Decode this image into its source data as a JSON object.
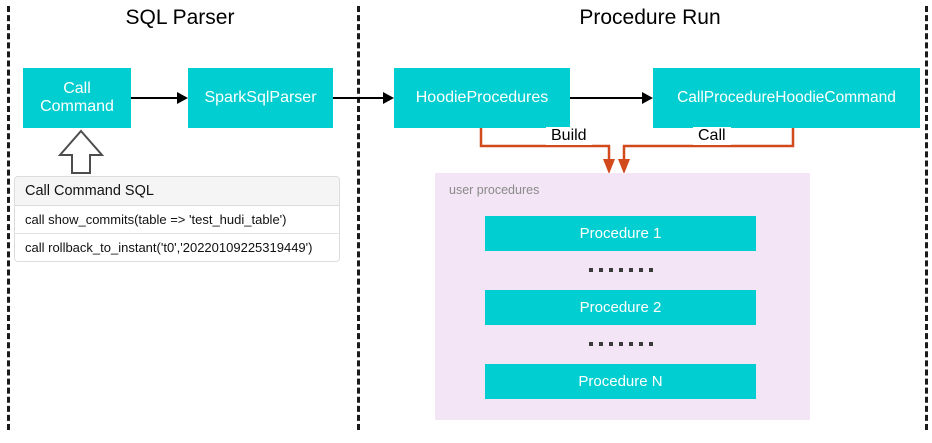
{
  "diagram": {
    "title_left": "SQL Parser",
    "title_right": "Procedure Run",
    "colors": {
      "box_fill": "#00CED1",
      "box_text": "#FFFFFF",
      "panel_fill": "#F3E5F5",
      "connector": "#D2491B",
      "arrow": "#000000",
      "divider": "#1A1A1A"
    }
  },
  "sql_parser": {
    "boxes": {
      "call_command": "Call\nCommand",
      "spark_sql_parser": "SparkSqlParser"
    },
    "sql_table": {
      "header": "Call Command SQL",
      "rows": [
        "call show_commits(table => 'test_hudi_table')",
        "call rollback_to_instant('t0','20220109225319449')"
      ]
    }
  },
  "procedure_run": {
    "boxes": {
      "hoodie_procedures": "HoodieProcedures",
      "call_procedure_hoodie_command": "CallProcedureHoodieCommand"
    },
    "edge_labels": {
      "build": "Build",
      "call": "Call"
    },
    "user_procedures": {
      "label": "user procedures",
      "items": [
        "Procedure 1",
        "Procedure 2",
        "Procedure N"
      ],
      "ellipsis_dot_count": 7
    }
  }
}
